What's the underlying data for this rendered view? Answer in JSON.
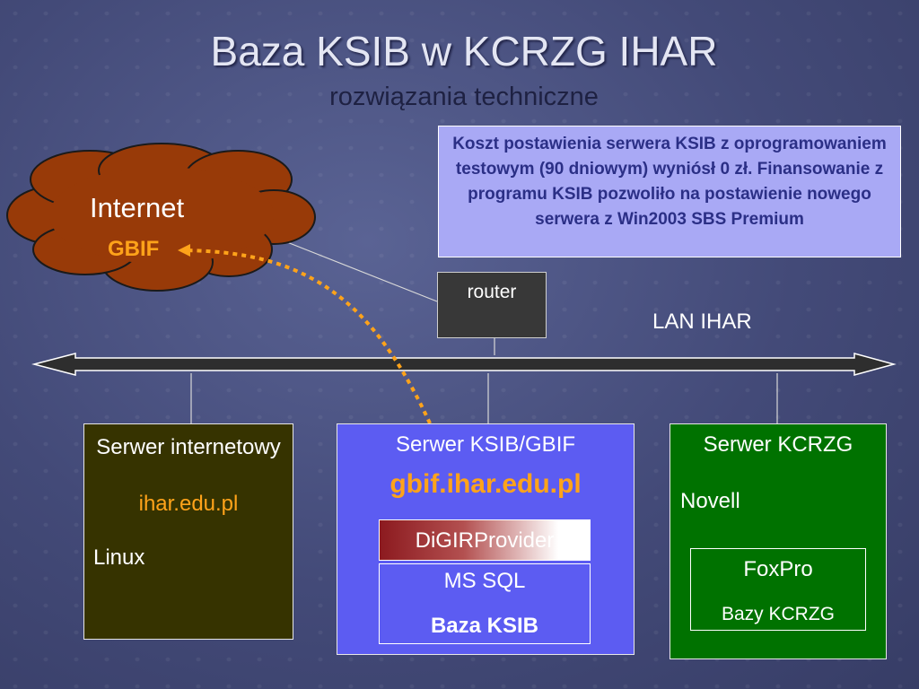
{
  "title": "Baza KSIB w KCRZG IHAR",
  "subtitle": "rozwiązania techniczne",
  "note": "Koszt postawienia serwera KSIB z oprogramowaniem testowym (90 dniowym) wyniósł 0 zł. Finansowanie z programu KSIB pozwoliło na postawienie nowego serwera z Win2003 SBS Premium",
  "internet": {
    "label": "Internet",
    "gbif": "GBIF"
  },
  "router": {
    "label": "router"
  },
  "lan": {
    "label": "LAN IHAR"
  },
  "server_web": {
    "title": "Serwer internetowy",
    "url": "ihar.edu.pl",
    "os": "Linux"
  },
  "server_ksib": {
    "title": "Serwer KSIB/GBIF",
    "url": "gbif.ihar.edu.pl",
    "provider": "DiGIRProvider",
    "db_engine": "MS SQL",
    "database": "Baza KSIB"
  },
  "server_kcrzg": {
    "title": "Serwer KCRZG",
    "os": "Novell",
    "db_engine": "FoxPro",
    "database": "Bazy KCRZG"
  },
  "colors": {
    "background": "#434a78",
    "cloud": "#983a08",
    "accent_orange": "#ffa31a",
    "web_server": "#363300",
    "ksib_server": "#5c5cf2",
    "kcrzg_server": "#007200",
    "note_box": "#a9a9f5",
    "router": "#383838"
  }
}
